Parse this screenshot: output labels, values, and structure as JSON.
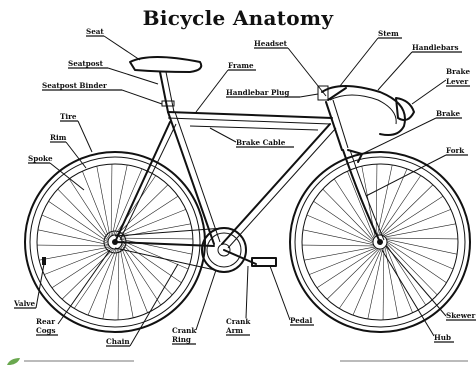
{
  "title": "Bicycle Anatomy",
  "labels": {
    "seat": "Seat",
    "seatpost": "Seatpost",
    "seatpost_binder": "Seatpost Binder",
    "tire": "Tire",
    "rim": "Rim",
    "spoke": "Spoke",
    "valve": "Valve",
    "rear_cogs_1": "Rear",
    "rear_cogs_2": "Cogs",
    "chain": "Chain",
    "crank_ring_1": "Crank",
    "crank_ring_2": "Ring",
    "crank_arm_1": "Crank",
    "crank_arm_2": "Arm",
    "pedal": "Pedal",
    "frame": "Frame",
    "headset": "Headset",
    "handlebar_plug": "Handlebar Plug",
    "brake_cable": "Brake Cable",
    "stem": "Stem",
    "handlebars": "Handlebars",
    "brake_lever_1": "Brake",
    "brake_lever_2": "Lever",
    "brake": "Brake",
    "fork": "Fork",
    "skewer": "Skewer",
    "hub": "Hub"
  },
  "colors": {
    "ink": "#111111",
    "background": "#ffffff",
    "logo": "#6aa84f"
  },
  "icons": {
    "logo": "leaf-logo-icon"
  }
}
